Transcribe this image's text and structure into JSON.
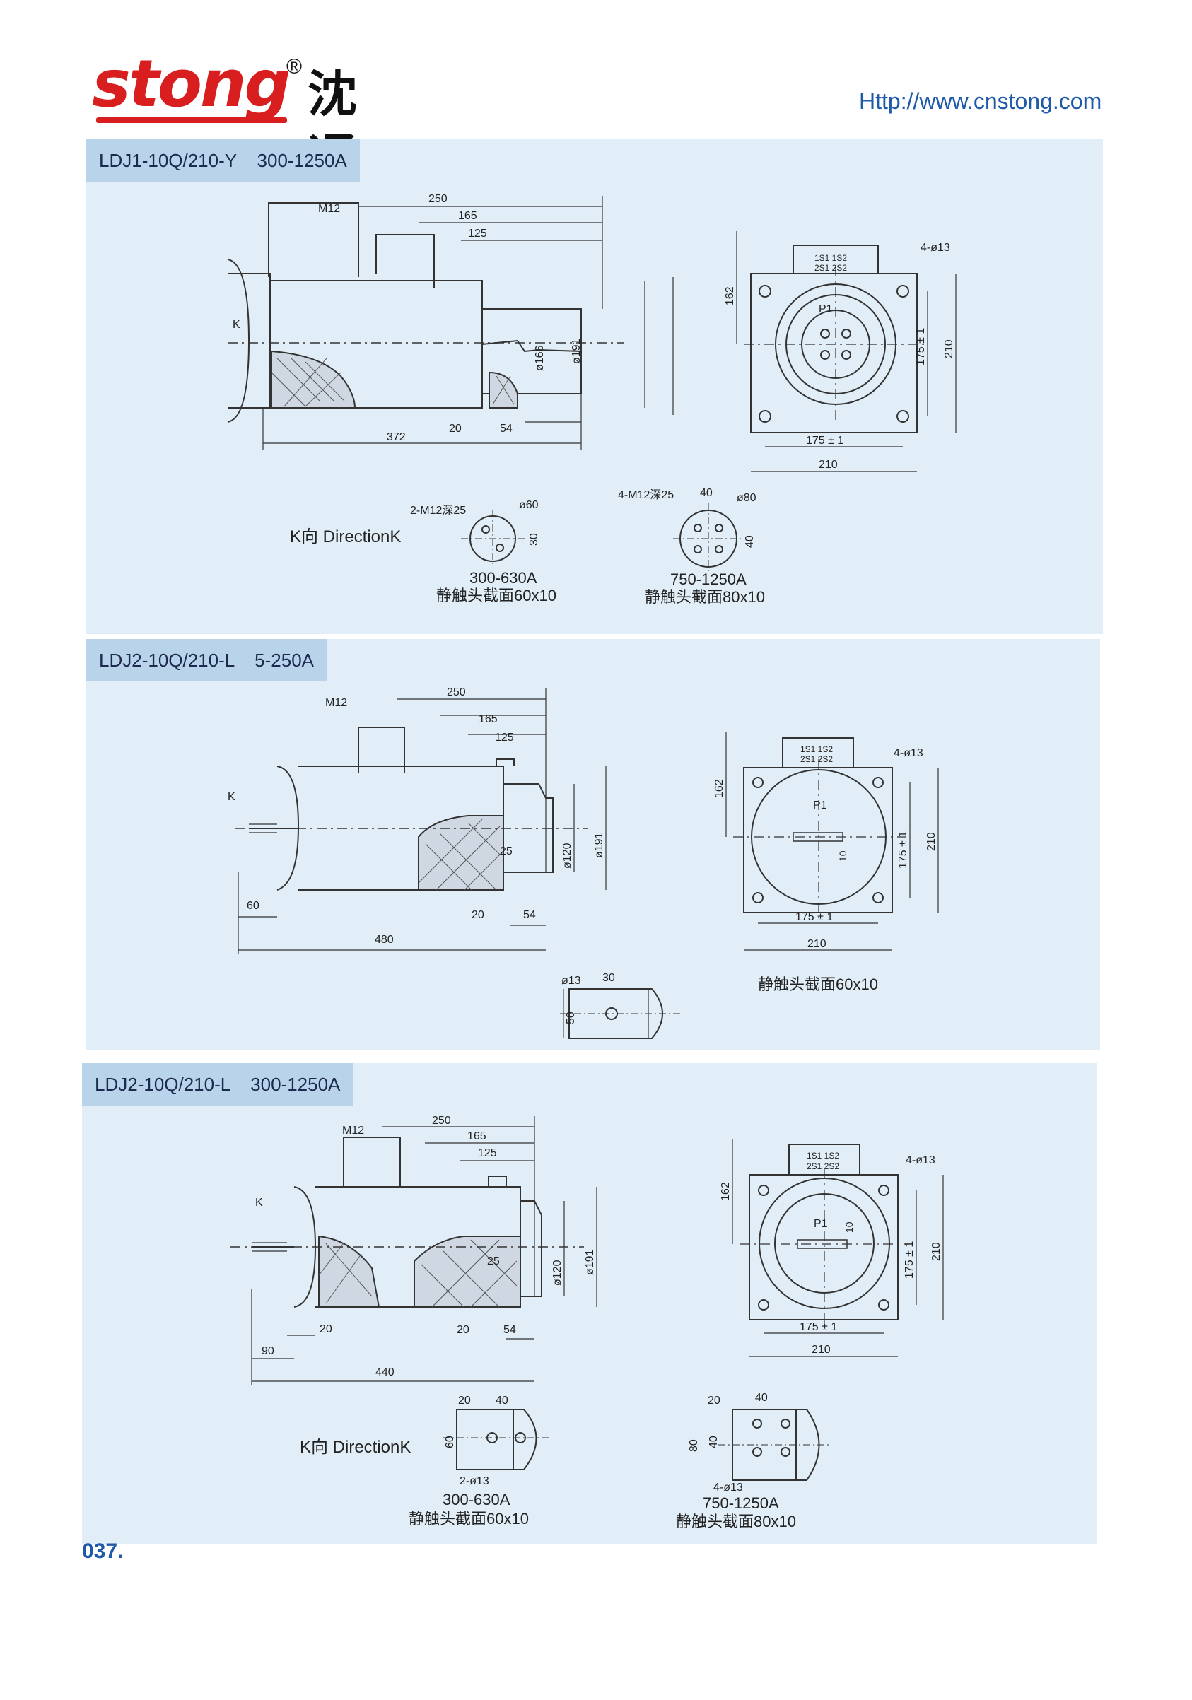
{
  "header": {
    "brand_latin": "stong",
    "brand_reg": "®",
    "brand_cn": "沈通",
    "url": "Http://www.cnstong.com"
  },
  "panels": [
    {
      "title": "LDJ1-10Q/210-Y    300-1250A",
      "dims": {
        "m12": "M12",
        "d250": "250",
        "d165": "165",
        "d125": "125",
        "k": "K",
        "d166": "ø166",
        "d191": "ø191",
        "d20": "20",
        "d54": "54",
        "d372": "372",
        "d162": "162",
        "hole4": "4-ø13",
        "p1": "P1",
        "t1": "1S1 1S2",
        "t2": "2S1 2S2",
        "d175a": "175 ± 1",
        "d210a": "210",
        "d175b": "175 ± 1",
        "d210b": "210"
      },
      "kview": {
        "label": "K向 DirectionK",
        "a_note": "2-M12深25",
        "a_dia": "ø60",
        "a_30": "30",
        "a_rating": "300-630A",
        "a_section": "静触头截面60x10",
        "b_note": "4-M12深25",
        "b_40": "40",
        "b_dia": "ø80",
        "b_40v": "40",
        "b_rating": "750-1250A",
        "b_section": "静触头截面80x10"
      }
    },
    {
      "title": "LDJ2-10Q/210-L    5-250A",
      "dims": {
        "m12": "M12",
        "d250": "250",
        "d165": "165",
        "d125": "125",
        "k": "K",
        "d120": "ø120",
        "d191": "ø191",
        "d25": "25",
        "d60": "60",
        "d20": "20",
        "d54": "54",
        "d480": "480",
        "d162": "162",
        "hole4": "4-ø13",
        "p1": "P1",
        "d10": "10",
        "t1": "1S1 1S2",
        "t2": "2S1 2S2",
        "d175a": "175 ± 1",
        "d210a": "210",
        "d175b": "175 ± 1",
        "d210b": "210"
      },
      "kview": {
        "dia": "ø13",
        "d30": "30",
        "d50": "50",
        "section": "静触头截面60x10"
      }
    },
    {
      "title": "LDJ2-10Q/210-L    300-1250A",
      "dims": {
        "m12": "M12",
        "d250": "250",
        "d165": "165",
        "d125": "125",
        "k": "K",
        "d120": "ø120",
        "d191": "ø191",
        "d25": "25",
        "d20a": "20",
        "d90": "90",
        "d20b": "20",
        "d54": "54",
        "d440": "440",
        "d162": "162",
        "hole4": "4-ø13",
        "p1": "P1",
        "d10": "10",
        "t1": "1S1 1S2",
        "t2": "2S1 2S2",
        "d175a": "175 ± 1",
        "d210a": "210",
        "d175b": "175 ± 1",
        "d210b": "210"
      },
      "kview": {
        "label": "K向 DirectionK",
        "a_20": "20",
        "a_40": "40",
        "a_60": "60",
        "a_hole": "2-ø13",
        "a_rating": "300-630A",
        "a_section": "静触头截面60x10",
        "b_20": "20",
        "b_40": "40",
        "b_80": "80",
        "b_40v": "40",
        "b_hole": "4-ø13",
        "b_rating": "750-1250A",
        "b_section": "静触头截面80x10"
      }
    }
  ],
  "footer": {
    "page": "037."
  }
}
